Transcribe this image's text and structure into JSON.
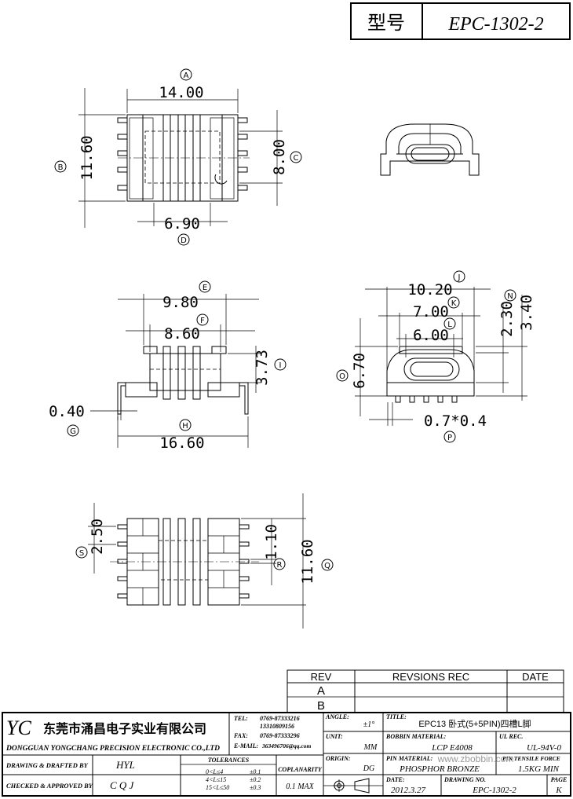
{
  "header": {
    "model_label": "型号",
    "model_value": "EPC-1302-2"
  },
  "dimensions": {
    "A": "14.00",
    "B": "11.60",
    "C": "8.00",
    "D": "6.90",
    "E": "9.80",
    "F": "8.60",
    "G": "0.40",
    "H": "16.60",
    "I": "3.73",
    "J": "10.20",
    "K": "7.00",
    "L": "6.00",
    "N": "2.30",
    "M": "3.40",
    "O": "6.70",
    "P": "0.7*0.4",
    "S": "2.50",
    "R": "1.10",
    "Q": "11.60"
  },
  "markers": [
    "A",
    "B",
    "C",
    "D",
    "E",
    "F",
    "G",
    "H",
    "I",
    "J",
    "K",
    "L",
    "N",
    "O",
    "P",
    "Q",
    "R",
    "S"
  ],
  "revisions": {
    "rev_header": "REV",
    "rec_header": "REVSIONS REC",
    "date_header": "DATE",
    "rows": [
      "A",
      "B"
    ]
  },
  "title_block": {
    "logo": "YC",
    "company_cn": "东莞市涌昌电子实业有限公司",
    "company_en": "DONGGUAN YONGCHANG PRECISION ELECTRONIC CO.,LTD",
    "tel_label": "TEL:",
    "tel_1": "0769-87333216",
    "tel_2": "13310809156",
    "fax_label": "FAX:",
    "fax": "0769-87333296",
    "email_label": "E-MAIL:",
    "email": "363496706@qq.com",
    "angle_label": "ANGLE:",
    "angle_value": "±1°",
    "unit_label": "UNIT:",
    "unit_value": "MM",
    "origin_label": "ORIGIN:",
    "origin_value": "DG",
    "title_label": "TITLE:",
    "title_value": "EPC13 卧式(5+5PIN)四槽L脚",
    "bobbin_label": "BOBBIN MATERIAL:",
    "bobbin_value": "LCP E4008",
    "ul_label": "UL REC.",
    "ul_value": "UL-94V-0",
    "pin_label": "PIN MATERIAL:",
    "pin_value": "PHOSPHOR BRONZE",
    "tensile_label": "PIN TENSILE FORCE",
    "tensile_value": "1.5KG MIN",
    "date_label": "DATE:",
    "date_value": "2012.3.27",
    "drawing_no_label": "DRAWING NO.",
    "drawing_no_value": "EPC-1302-2",
    "page_label": "PAGE",
    "page_value": "K",
    "drawn_label": "DRAWING & DRAFTED BY",
    "drawn_value": "HYL",
    "checked_label": "CHECKED & APPROVED BY",
    "checked_value": "C Q J",
    "tolerances_label": "TOLERANCES",
    "tol_1_range": "0<L≤4",
    "tol_1_value": "±0.1",
    "tol_2_range": "4<L≤15",
    "tol_2_value": "±0.2",
    "tol_3_range": "15<L≤50",
    "tol_3_value": "±0.3",
    "coplanarity_label": "COPLANARITY",
    "coplanarity_value": "0.1 MAX",
    "watermark": "www.zbobbin.com"
  }
}
